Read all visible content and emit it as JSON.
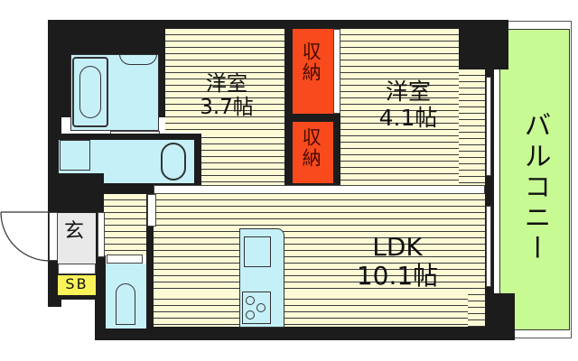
{
  "floorplan": {
    "rooms": [
      {
        "id": "western-room-1",
        "name": "洋室",
        "size": "3.7帖"
      },
      {
        "id": "western-room-2",
        "name": "洋室",
        "size": "4.1帖"
      },
      {
        "id": "ldk",
        "name": "LDK",
        "size": "10.1帖"
      }
    ],
    "storage": [
      {
        "id": "storage-1",
        "label": "収納"
      },
      {
        "id": "storage-2",
        "label": "収納"
      }
    ],
    "balcony": {
      "label": "バルコニー"
    },
    "entrance": {
      "label": "玄"
    },
    "shoe_box": {
      "label": "SB"
    },
    "fixtures": [
      "bathtub-icon",
      "washbasin-icon",
      "washing-machine-pan-icon",
      "toilet-icon",
      "kitchen-sink-icon",
      "stove-icon"
    ],
    "colors": {
      "wall": "#1c1c1c",
      "floor": "#fdfbd6",
      "wet_area": "#c6f0f8",
      "storage": "#f84a1c",
      "balcony": "#c8fa94",
      "shoe_box": "#faf25a",
      "entrance": "#e9e9e9"
    }
  }
}
